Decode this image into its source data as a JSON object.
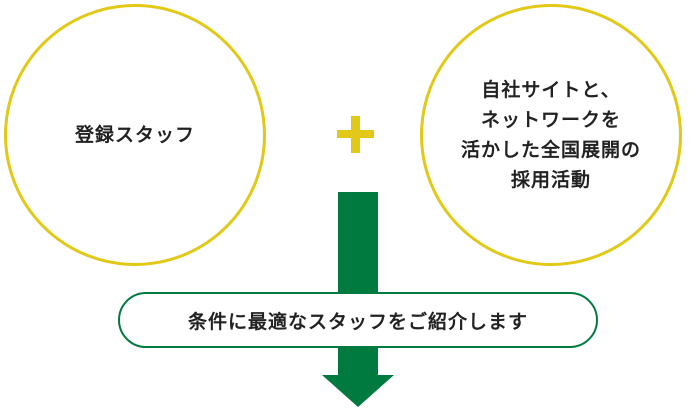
{
  "left_circle": {
    "text": "登録スタッフ"
  },
  "right_circle": {
    "lines": [
      "自社サイトと、",
      "ネットワークを",
      "活かした全国展開の",
      "採用活動"
    ]
  },
  "result": {
    "text": "条件に最適なスタッフをご紹介します"
  },
  "colors": {
    "yellow": "#e2c817",
    "green": "#007a3f"
  }
}
